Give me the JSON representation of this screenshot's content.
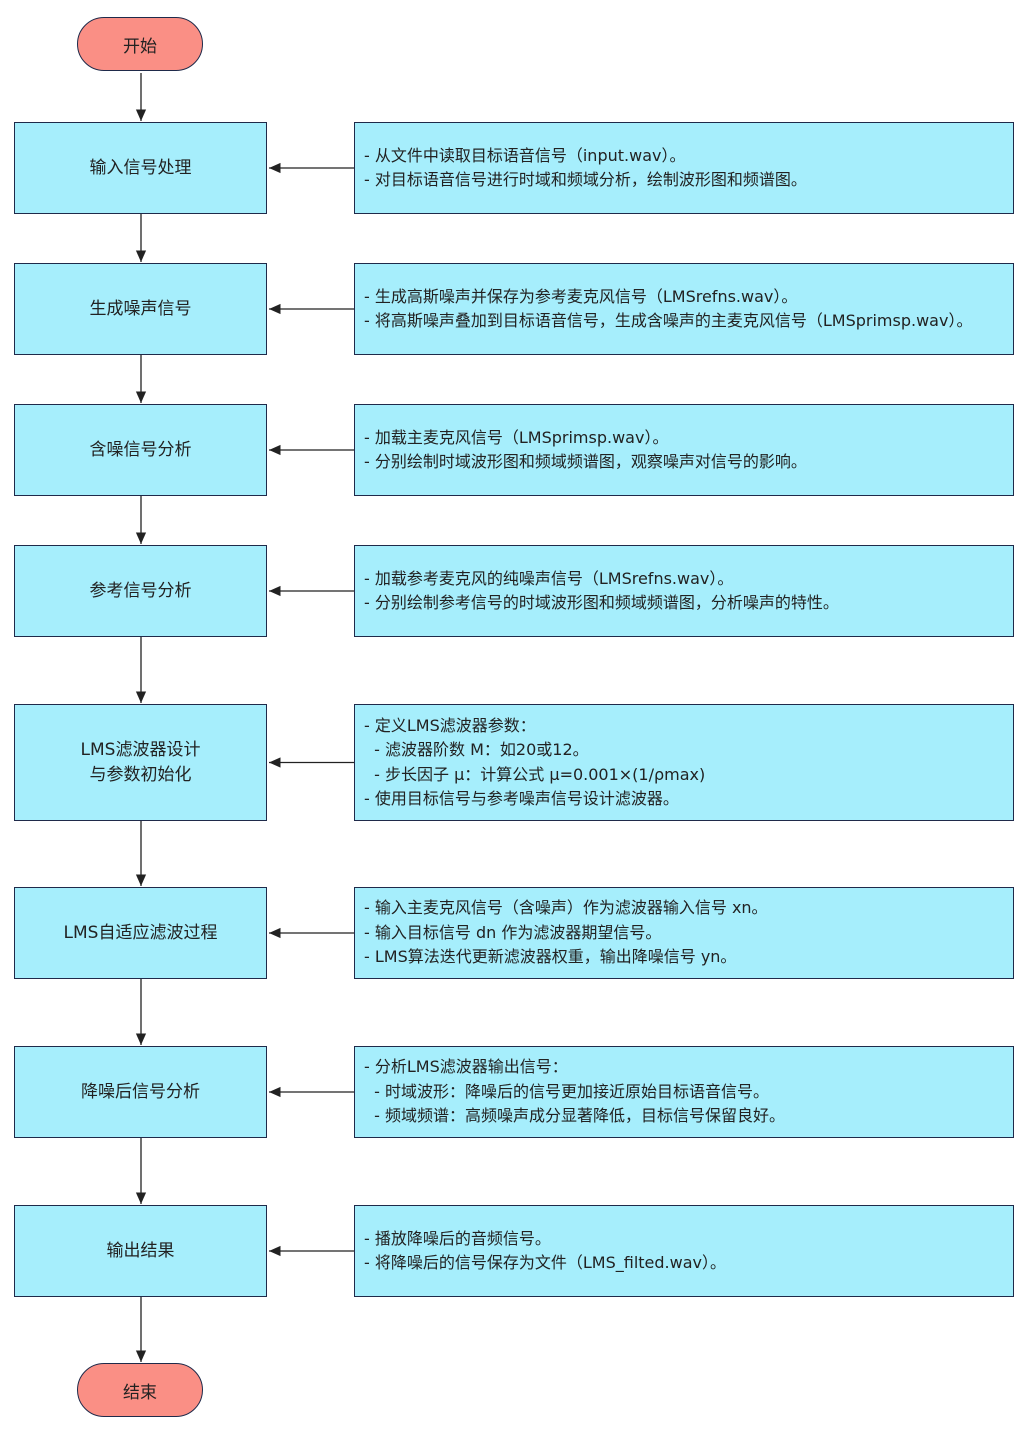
{
  "start_label": "开始",
  "end_label": "结束",
  "steps": [
    {
      "label": "输入信号处理",
      "desc": [
        "- 从文件中读取目标语音信号（input.wav）。",
        "- 对目标语音信号进行时域和频域分析，绘制波形图和频谱图。"
      ]
    },
    {
      "label": "生成噪声信号",
      "desc": [
        "- 生成高斯噪声并保存为参考麦克风信号（LMSrefns.wav）。",
        "- 将高斯噪声叠加到目标语音信号，生成含噪声的主麦克风信号（LMSprimsp.wav）。"
      ]
    },
    {
      "label": "含噪信号分析",
      "desc": [
        "- 加载主麦克风信号（LMSprimsp.wav）。",
        "- 分别绘制时域波形图和频域频谱图，观察噪声对信号的影响。"
      ]
    },
    {
      "label": "参考信号分析",
      "desc": [
        "- 加载参考麦克风的纯噪声信号（LMSrefns.wav）。",
        "- 分别绘制参考信号的时域波形图和频域频谱图，分析噪声的特性。"
      ]
    },
    {
      "label": "LMS滤波器设计\n与参数初始化",
      "desc": [
        "- 定义LMS滤波器参数：",
        "  - 滤波器阶数 M：如20或12。",
        "  - 步长因子 μ：计算公式 μ=0.001×(1/ρmax)",
        "- 使用目标信号与参考噪声信号设计滤波器。"
      ]
    },
    {
      "label": "LMS自适应滤波过程",
      "desc": [
        "- 输入主麦克风信号（含噪声）作为滤波器输入信号 xn。",
        "- 输入目标信号 dn 作为滤波器期望信号。",
        "- LMS算法迭代更新滤波器权重，输出降噪信号 yn。"
      ]
    },
    {
      "label": "降噪后信号分析",
      "desc": [
        "- 分析LMS滤波器输出信号：",
        "  - 时域波形：降噪后的信号更加接近原始目标语音信号。",
        "  - 频域频谱：高频噪声成分显著降低，目标信号保留良好。"
      ]
    },
    {
      "label": "输出结果",
      "desc": [
        "- 播放降噪后的音频信号。",
        "- 将降噪后的信号保存为文件（LMS_filted.wav）。"
      ]
    }
  ]
}
